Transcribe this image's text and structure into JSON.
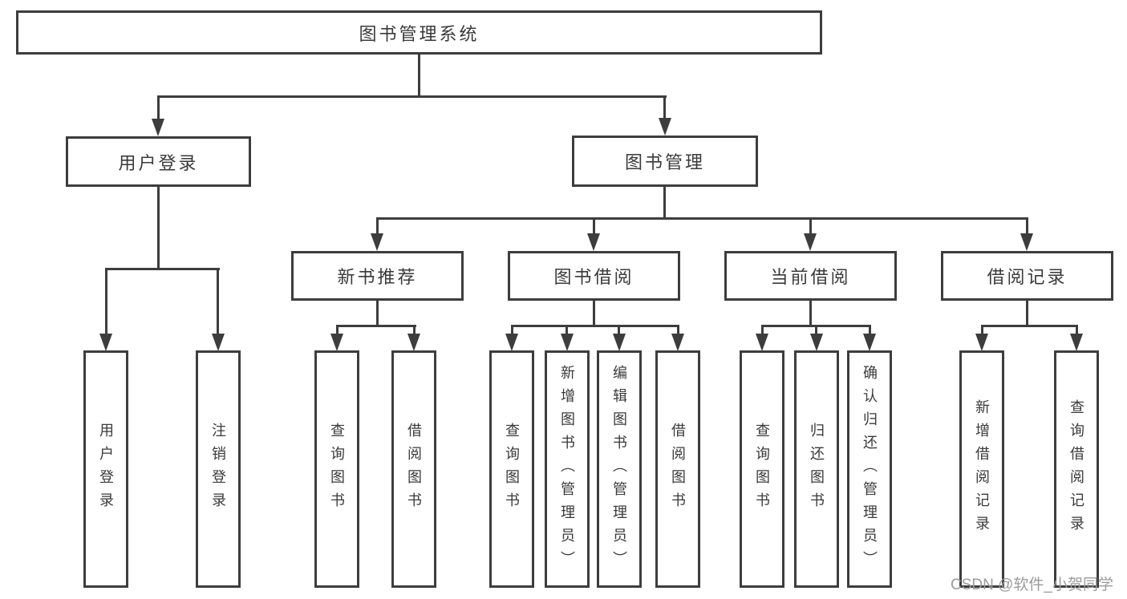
{
  "diagram": {
    "title": "图书管理系统",
    "root": {
      "label": "图书管理系统"
    },
    "level2": [
      {
        "label": "用户登录"
      },
      {
        "label": "图书管理"
      }
    ],
    "level3": [
      {
        "label": "新书推荐"
      },
      {
        "label": "图书借阅"
      },
      {
        "label": "当前借阅"
      },
      {
        "label": "借阅记录"
      }
    ],
    "leaves": [
      {
        "label": "用户登录",
        "parent": "用户登录"
      },
      {
        "label": "注销登录",
        "parent": "用户登录"
      },
      {
        "label": "查询图书",
        "parent": "新书推荐"
      },
      {
        "label": "借阅图书",
        "parent": "新书推荐"
      },
      {
        "label": "查询图书",
        "parent": "图书借阅"
      },
      {
        "label": "新增图书（管理员）",
        "parent": "图书借阅"
      },
      {
        "label": "编辑图书（管理员）",
        "parent": "图书借阅"
      },
      {
        "label": "借阅图书",
        "parent": "图书借阅"
      },
      {
        "label": "查询图书",
        "parent": "当前借阅"
      },
      {
        "label": "归还图书",
        "parent": "当前借阅"
      },
      {
        "label": "确认归还（管理员）",
        "parent": "当前借阅"
      },
      {
        "label": "新增借阅记录",
        "parent": "借阅记录"
      },
      {
        "label": "查询借阅记录",
        "parent": "借阅记录"
      }
    ]
  },
  "watermark": {
    "text": "CSDN @软件_小贺同学"
  },
  "colors": {
    "line": "#3d3d3d",
    "text": "#3a3a3a",
    "watermark": "#9b9b9b",
    "background": "#ffffff"
  }
}
